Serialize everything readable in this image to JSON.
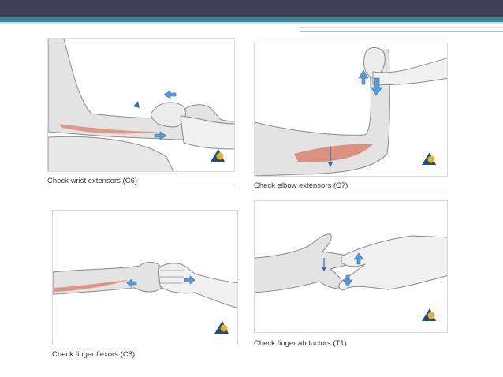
{
  "header": {
    "bar_color": "#3f3f55",
    "accent_color": "#2f8a8f"
  },
  "panels": [
    {
      "caption": "Check wrist extensors (C6)"
    },
    {
      "caption": "Check elbow extensors (C7)"
    },
    {
      "caption": "Check finger flexors (C8)"
    },
    {
      "caption": "Check finger abductors (T1)"
    }
  ],
  "colors": {
    "skin": "#e3e3e3",
    "outline": "#8a8a8a",
    "muscle": "#d9826e",
    "arrow": "#5b9bd5",
    "logo_blue": "#1f4e79",
    "logo_yellow": "#e8b32c"
  },
  "icons": [
    "arrow-icon",
    "logo-icon"
  ]
}
